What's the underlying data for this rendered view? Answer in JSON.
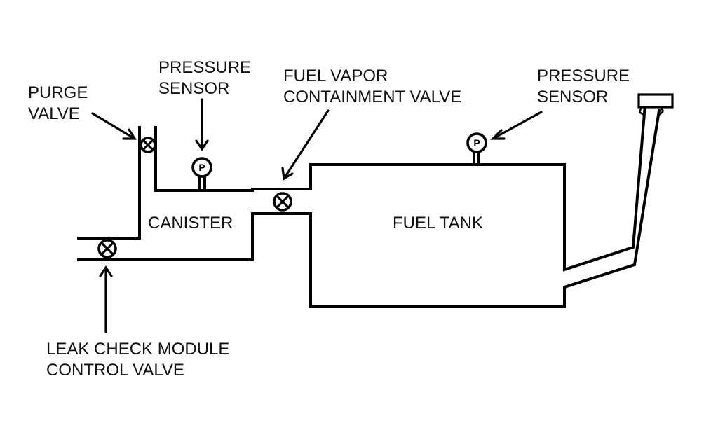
{
  "labels": {
    "purge_valve": [
      "PURGE",
      "VALVE"
    ],
    "pressure_sensor_canister": [
      "PRESSURE",
      "SENSOR"
    ],
    "fuel_vapor_containment_valve": [
      "FUEL VAPOR",
      "CONTAINMENT VALVE"
    ],
    "pressure_sensor_tank": [
      "PRESSURE",
      "SENSOR"
    ],
    "canister": "CANISTER",
    "fuel_tank": "FUEL TANK",
    "leak_check_module_control_valve": [
      "LEAK CHECK MODULE",
      "CONTROL VALVE"
    ]
  },
  "symbols": {
    "sensor_letter": "P"
  },
  "icons": {
    "valve": "circle-x-valve-icon",
    "sensor": "circle-p-sensor-icon",
    "filler_cap": "threaded-cap-icon"
  },
  "colors": {
    "stroke": "#000000",
    "background": "#ffffff"
  }
}
